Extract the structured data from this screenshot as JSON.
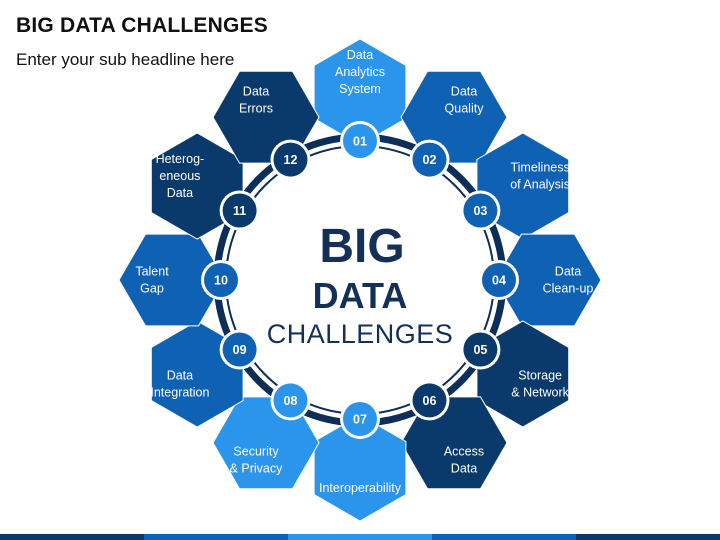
{
  "header": {
    "title": "BIG DATA CHALLENGES",
    "subtitle": "Enter your sub headline here"
  },
  "center": {
    "line1": "BIG",
    "line2": "DATA",
    "line3": "CHALLENGES"
  },
  "colors": {
    "light": "#2a95ea",
    "medium": "#0f61b4",
    "dark": "#0a3a6b",
    "ring": "#0d2f57",
    "text_dark": "#153058"
  },
  "items": [
    {
      "num": "01",
      "label": [
        "Data",
        "Analytics",
        "System"
      ],
      "shade": "light"
    },
    {
      "num": "02",
      "label": [
        "Data",
        "Quality"
      ],
      "shade": "medium"
    },
    {
      "num": "03",
      "label": [
        "Timeliness",
        "of Analysis"
      ],
      "shade": "medium"
    },
    {
      "num": "04",
      "label": [
        "Data",
        "Clean-up"
      ],
      "shade": "medium"
    },
    {
      "num": "05",
      "label": [
        "Storage",
        "& Network"
      ],
      "shade": "dark"
    },
    {
      "num": "06",
      "label": [
        "Access",
        "Data"
      ],
      "shade": "dark"
    },
    {
      "num": "07",
      "label": [
        "Interoperability"
      ],
      "shade": "light"
    },
    {
      "num": "08",
      "label": [
        "Security",
        "& Privacy"
      ],
      "shade": "light"
    },
    {
      "num": "09",
      "label": [
        "Data",
        "Integration"
      ],
      "shade": "medium"
    },
    {
      "num": "10",
      "label": [
        "Talent",
        "Gap"
      ],
      "shade": "medium"
    },
    {
      "num": "11",
      "label": [
        "Heterog-",
        "eneous",
        "Data"
      ],
      "shade": "dark"
    },
    {
      "num": "12",
      "label": [
        "Data",
        "Errors"
      ],
      "shade": "dark"
    }
  ]
}
